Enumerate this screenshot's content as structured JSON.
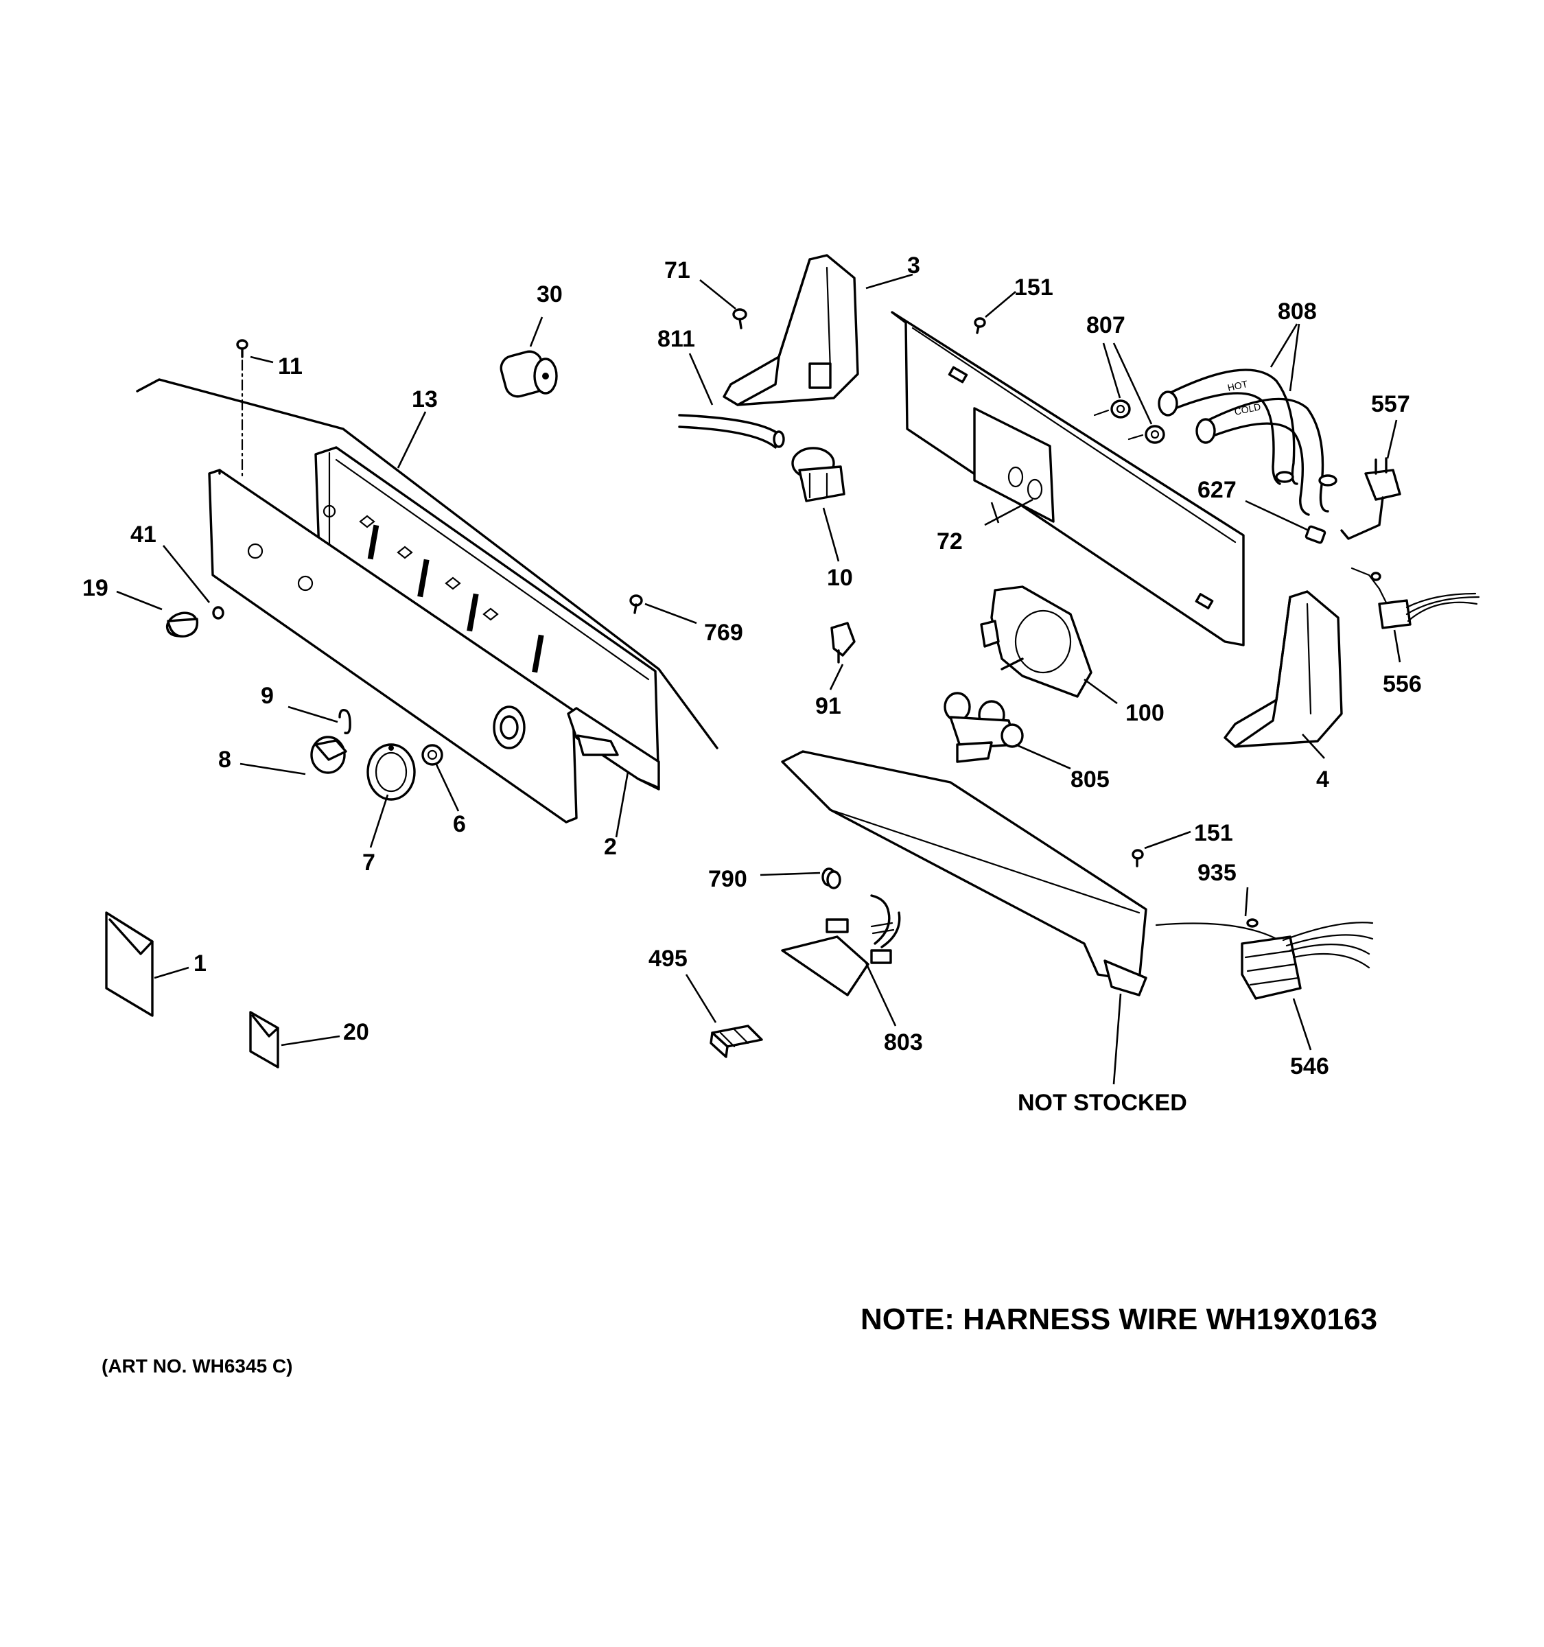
{
  "labels": {
    "p1": "1",
    "p2": "2",
    "p3": "3",
    "p4": "4",
    "p6": "6",
    "p7": "7",
    "p8": "8",
    "p9": "9",
    "p10": "10",
    "p11": "11",
    "p13": "13",
    "p19": "19",
    "p20": "20",
    "p30": "30",
    "p41": "41",
    "p71": "71",
    "p72": "72",
    "p91": "91",
    "p100": "100",
    "p151a": "151",
    "p151b": "151",
    "p495": "495",
    "p546": "546",
    "p556": "556",
    "p557": "557",
    "p627": "627",
    "p769": "769",
    "p790": "790",
    "p803": "803",
    "p805": "805",
    "p807": "807",
    "p808": "808",
    "p811": "811",
    "p935": "935",
    "not_stocked": "NOT STOCKED"
  },
  "hose_text": {
    "hot": "HOT",
    "cold": "COLD"
  },
  "note": "NOTE: HARNESS WIRE WH19X0163",
  "art_no": "(ART NO. WH6345 C)"
}
